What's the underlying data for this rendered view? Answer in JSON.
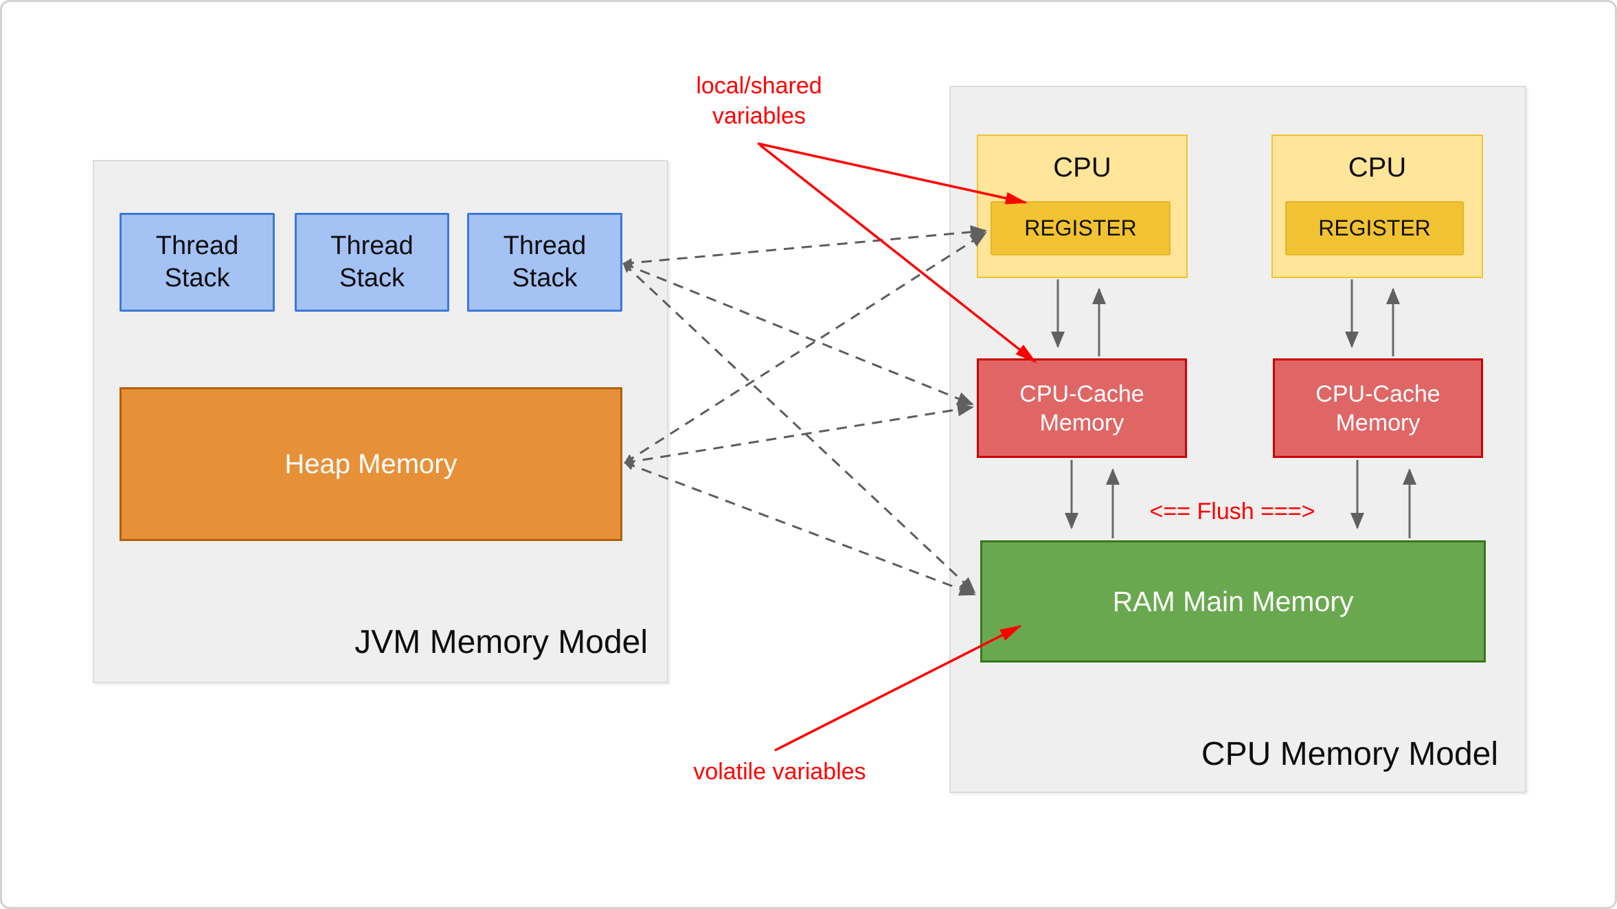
{
  "jvm": {
    "title": "JVM Memory Model",
    "thread_stacks": [
      {
        "line1": "Thread",
        "line2": "Stack"
      },
      {
        "line1": "Thread",
        "line2": "Stack"
      },
      {
        "line1": "Thread",
        "line2": "Stack"
      }
    ],
    "heap_label": "Heap Memory"
  },
  "cpu_model": {
    "title": "CPU Memory Model",
    "cpus": [
      {
        "label": "CPU",
        "register_label": "REGISTER"
      },
      {
        "label": "CPU",
        "register_label": "REGISTER"
      }
    ],
    "caches": [
      {
        "line1": "CPU-Cache",
        "line2": "Memory"
      },
      {
        "line1": "CPU-Cache",
        "line2": "Memory"
      }
    ],
    "ram_label": "RAM Main Memory"
  },
  "annotations": {
    "local_shared": {
      "line1": "local/shared",
      "line2": "variables"
    },
    "volatile_label": "volatile variables",
    "flush_label": "<== Flush ===>"
  },
  "colors": {
    "thread_stack_fill": "#a4c2f4",
    "thread_stack_border": "#3c78d8",
    "heap_fill": "#e69138",
    "heap_border": "#b45f06",
    "cpu_fill": "#ffe599",
    "cpu_border": "#f1c232",
    "register_fill": "#f1c232",
    "cache_fill": "#e06666",
    "cache_border": "#cc0000",
    "ram_fill": "#6aa84f",
    "ram_border": "#38761d",
    "panel_fill": "#efefef",
    "annotation_red": "#ff0000",
    "arrow_gray": "#606060"
  }
}
